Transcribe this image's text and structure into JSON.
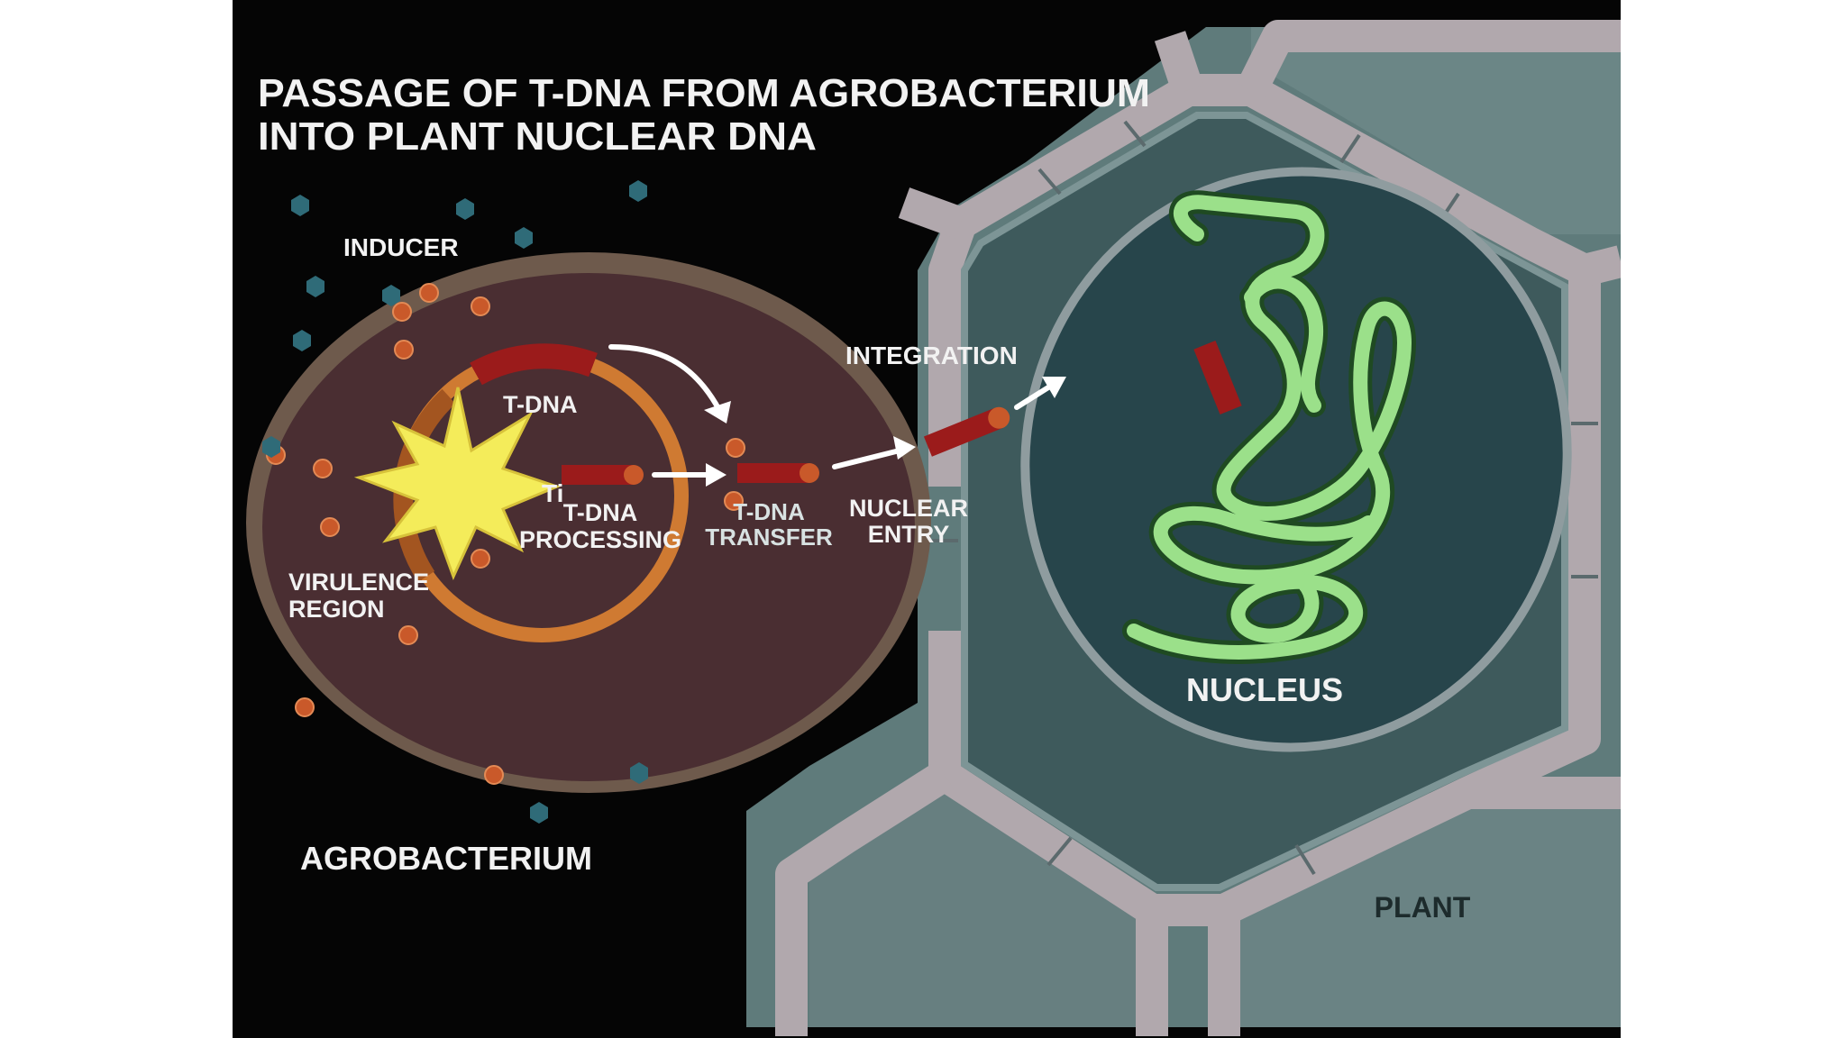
{
  "title": {
    "line1": "PASSAGE OF T-DNA FROM AGROBACTERIUM",
    "line2": "INTO PLANT NUCLEAR DNA"
  },
  "labels": {
    "inducer": "INDUCER",
    "tdna_plasmid": "T-DNA",
    "ti": "Ti",
    "virulence_line1": "VIRULENCE",
    "virulence_line2": "REGION",
    "processing_line1": "T-DNA",
    "processing_line2": "PROCESSING",
    "transfer_line1": "T-DNA",
    "transfer_line2": "TRANSFER",
    "nuclear_entry_line1": "NUCLEAR",
    "nuclear_entry_line2": "ENTRY",
    "integration": "INTEGRATION",
    "nucleus": "NUCLEUS",
    "agrobacterium": "AGROBACTERIUM",
    "plant": "PLANT"
  },
  "colors": {
    "background": "#050505",
    "bacterium_fill": "#4a2e32",
    "bacterium_rim": "#6e5a4c",
    "plasmid_ring": "#cf7a32",
    "tdna_red": "#9b1b1b",
    "dot_orange": "#c9592a",
    "inducer_hex": "#2f6b78",
    "burst_yellow": "#f4ec5a",
    "cell_wall": "#b1a8ad",
    "cytoplasm": "#3e5a5c",
    "plant_light": "#5f7b7b",
    "nucleus_fill": "#27454b",
    "chromatin_green": "#9be08a"
  }
}
